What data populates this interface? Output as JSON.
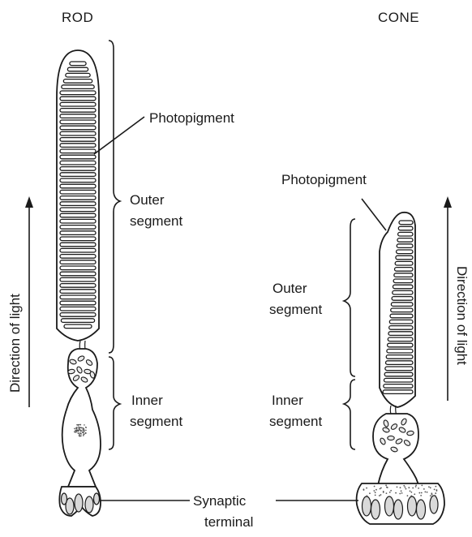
{
  "headers": {
    "rod": "ROD",
    "cone": "CONE"
  },
  "labels": {
    "photopigment_rod": "Photopigment",
    "photopigment_cone": "Photopigment",
    "outer_rod": [
      "Outer",
      "segment"
    ],
    "outer_cone": [
      "Outer",
      "segment"
    ],
    "inner_rod": [
      "Inner",
      "segment"
    ],
    "inner_cone": [
      "Inner",
      "segment"
    ],
    "synaptic": [
      "Synaptic",
      "terminal"
    ],
    "direction_left": "Direction of light",
    "direction_right": "Direction of light"
  }
}
